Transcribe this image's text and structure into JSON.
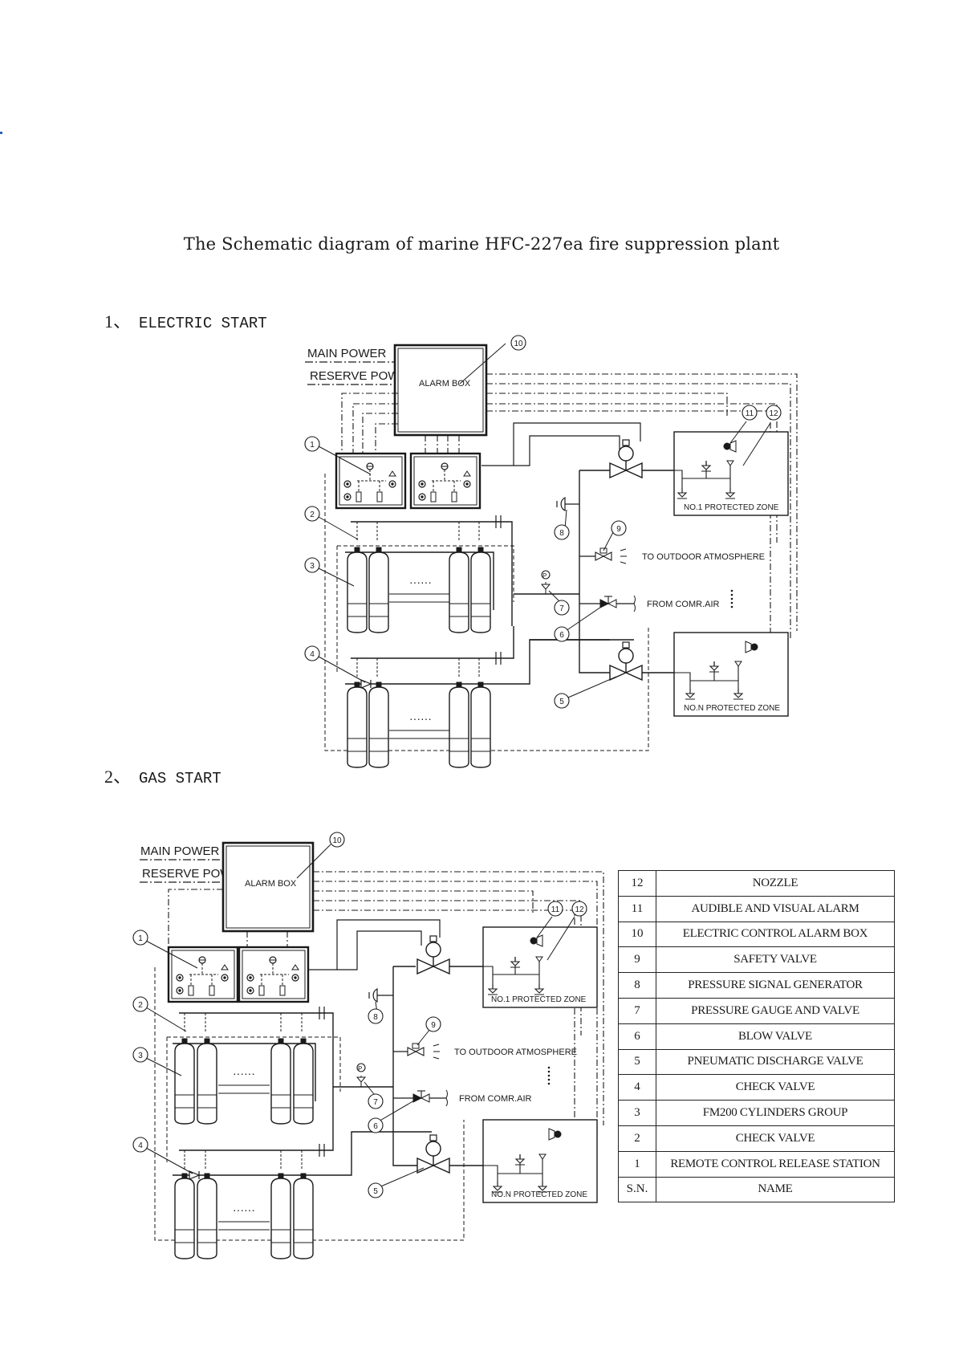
{
  "page_title": "The Schematic diagram of marine HFC-227ea fire suppression plant",
  "sections": [
    {
      "number": "1、",
      "title": "ELECTRIC START"
    },
    {
      "number": "2、",
      "title": "GAS START"
    }
  ],
  "diagram_labels": {
    "main_power": "MAIN POWER",
    "reserve_power": "RESERVE POWER",
    "alarm_box": "ALARM BOX",
    "zone_1": "NO.1 PROTECTED ZONE",
    "zone_n": "NO.N PROTECTED ZONE",
    "to_outdoor": "TO OUTDOOR ATMOSPHERE",
    "from_comr_air": "FROM COMR.AIR",
    "cylinder_ellipsis": "······",
    "pressure_p": "P"
  },
  "callouts": [
    "1",
    "2",
    "3",
    "4",
    "5",
    "6",
    "7",
    "8",
    "9",
    "10",
    "11",
    "12"
  ],
  "legend": {
    "header": {
      "sn": "S.N.",
      "name": "NAME"
    },
    "rows": [
      {
        "sn": "12",
        "name": "NOZZLE"
      },
      {
        "sn": "11",
        "name": "AUDIBLE AND VISUAL ALARM"
      },
      {
        "sn": "10",
        "name": "ELECTRIC CONTROL ALARM BOX"
      },
      {
        "sn": "9",
        "name": "SAFETY VALVE"
      },
      {
        "sn": "8",
        "name": "PRESSURE SIGNAL GENERATOR"
      },
      {
        "sn": "7",
        "name": "PRESSURE GAUGE AND VALVE"
      },
      {
        "sn": "6",
        "name": "BLOW VALVE"
      },
      {
        "sn": "5",
        "name": "PNEUMATIC DISCHARGE VALVE"
      },
      {
        "sn": "4",
        "name": "CHECK VALVE"
      },
      {
        "sn": "3",
        "name": "FM200 CYLINDERS GROUP"
      },
      {
        "sn": "2",
        "name": "CHECK VALVE"
      },
      {
        "sn": "1",
        "name": "REMOTE CONTROL RELEASE STATION"
      }
    ]
  }
}
